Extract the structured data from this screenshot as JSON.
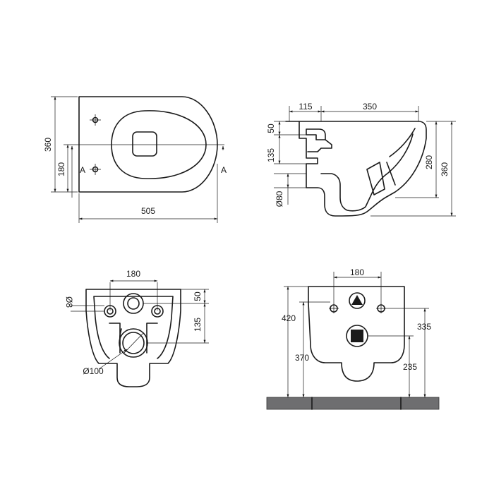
{
  "top_view": {
    "width_label": "505",
    "depth_label": "360",
    "half_label": "180",
    "section_left": "A",
    "section_right": "A"
  },
  "side_view": {
    "rear_label": "115",
    "bowl_label": "350",
    "top_offset_label": "50",
    "inlet_label": "135",
    "outlet_label": "Ø80",
    "height_inner_label": "280",
    "height_outer_label": "360"
  },
  "rear_view": {
    "spacing_label": "180",
    "small_hole_label": "Ø8",
    "top_offset_label": "50",
    "outlet_height_label": "135",
    "outlet_diameter_label": "Ø100"
  },
  "front_view": {
    "spacing_label": "180",
    "rim_label": "420",
    "bolt_label": "370",
    "fixing_label": "335",
    "outlet_label": "235"
  }
}
